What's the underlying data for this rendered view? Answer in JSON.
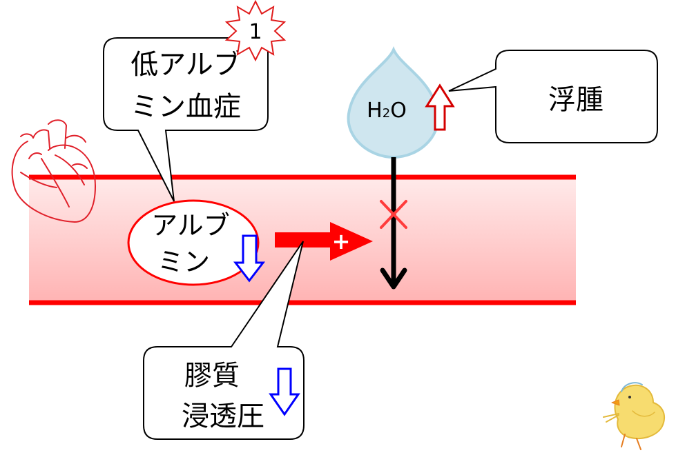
{
  "badge": {
    "number": "1"
  },
  "callouts": {
    "hypoalbuminemia": {
      "line1": "低アルブ",
      "line2": "ミン血症"
    },
    "edema": {
      "label": "浮腫"
    },
    "oncotic": {
      "line1": "膠質",
      "line2": "浸透圧"
    }
  },
  "albumin": {
    "line1": "アルブ",
    "line2": "ミン"
  },
  "water": {
    "label_main": "H",
    "label_sub": "2",
    "label_tail": "O"
  },
  "plus_sign": "+",
  "colors": {
    "vessel": "#ff0000",
    "down_arrow": "#0000ff",
    "up_arrow": "#d40000",
    "drop": "#cfe6ef",
    "drop_border": "#a9d4e4",
    "block_mark": "#ff3b3b"
  },
  "icons": [
    "heart-sketch-icon",
    "chick-sketch-icon",
    "starburst-badge-icon"
  ]
}
